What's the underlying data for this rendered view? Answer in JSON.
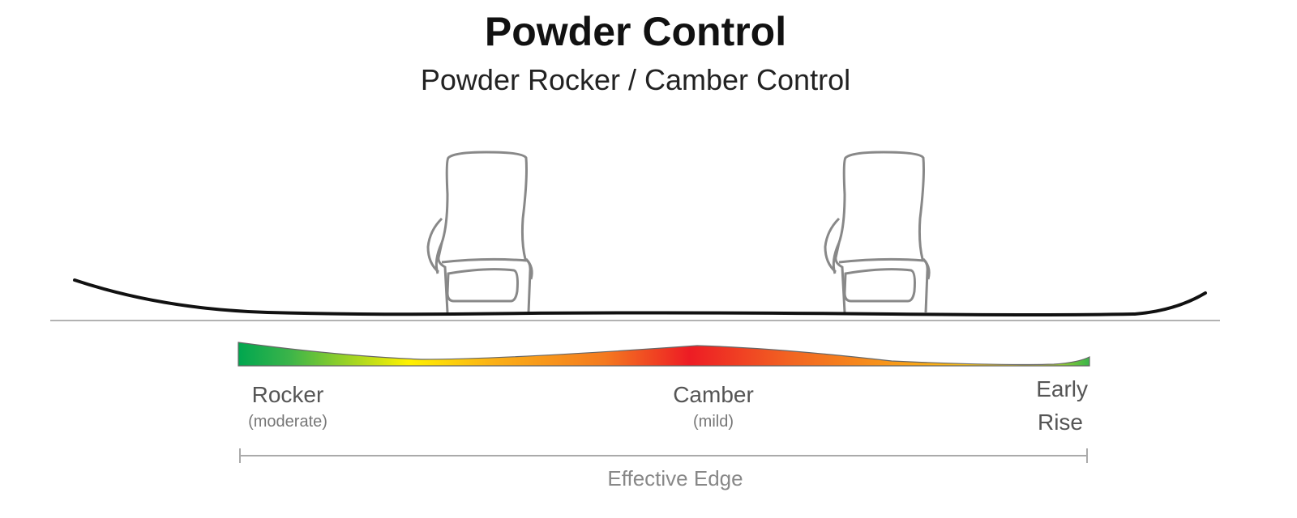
{
  "header": {
    "title": "Powder Control",
    "subtitle": "Powder Rocker / Camber Control"
  },
  "profile_labels": {
    "rocker": {
      "label": "Rocker",
      "detail": "(moderate)"
    },
    "camber": {
      "label": "Camber",
      "detail": "(mild)"
    },
    "early_rise": {
      "line1": "Early",
      "line2": "Rise"
    }
  },
  "effective_edge_label": "Effective Edge",
  "colors": {
    "rocker": "#00a64f",
    "transition": "#fff200",
    "camber": "#ed1c24",
    "board": "#111111",
    "binding": "#888888"
  }
}
